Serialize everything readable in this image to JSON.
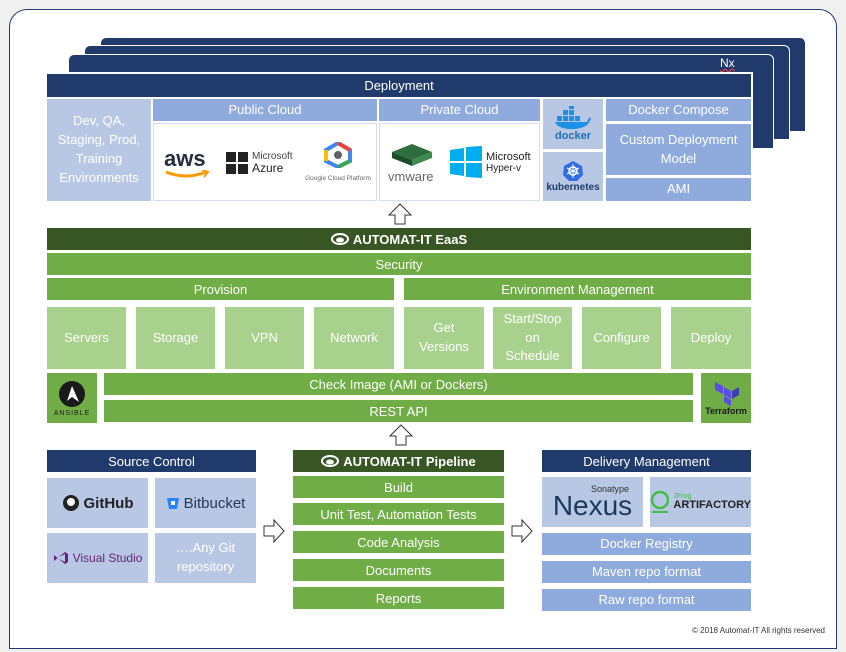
{
  "nx_label": "Nx",
  "deployment": {
    "title": "Deployment",
    "environments": "Dev, QA, Staging, Prod, Training Environments",
    "public_cloud": "Public Cloud",
    "private_cloud": "Private Cloud",
    "docker_compose": "Docker Compose",
    "custom_model": "Custom Deployment Model",
    "ami": "AMI",
    "logos": {
      "aws": "aws",
      "azure_line1": "Microsoft",
      "azure_line2": "Azure",
      "gcp": "Google Cloud Platform",
      "vmware": "vmware",
      "hyperv_line1": "Microsoft",
      "hyperv_line2": "Hyper-v",
      "docker": "docker",
      "kubernetes": "kubernetes"
    }
  },
  "eaas": {
    "title": "AUTOMAT-IT EaaS",
    "security": "Security",
    "provision": "Provision",
    "env_mgmt": "Environment Management",
    "items": [
      "Servers",
      "Storage",
      "VPN",
      "Network",
      "Get Versions",
      "Start/Stop on Schedule",
      "Configure",
      "Deploy"
    ],
    "check_image": "Check Image (AMI or Dockers)",
    "rest_api": "REST API",
    "ansible": "ANSIBLE",
    "terraform": "Terraform"
  },
  "source_control": {
    "title": "Source Control",
    "github": "GitHub",
    "bitbucket": "Bitbucket",
    "visual_studio": "Visual Studio",
    "any_git": "….Any Git repository"
  },
  "pipeline": {
    "title": "AUTOMAT-IT Pipeline",
    "steps": [
      "Build",
      "Unit Test, Automation Tests",
      "Code Analysis",
      "Documents",
      "Reports"
    ]
  },
  "delivery": {
    "title": "Delivery Management",
    "nexus_small": "Sonatype",
    "nexus": "Nexus",
    "jfrog": "JFrog",
    "artifactory": "ARTIFACTORY",
    "items": [
      "Docker Registry",
      "Maven repo format",
      "Raw repo format"
    ]
  },
  "copyright": "© 2018 Automat-IT All rights reserved",
  "colors": {
    "navy": "#1f3a6b",
    "light_blue": "#b8c7e3",
    "mid_blue": "#8faadc",
    "dark_green": "#375623",
    "mid_green": "#70ad47",
    "light_green": "#a9d18e"
  }
}
